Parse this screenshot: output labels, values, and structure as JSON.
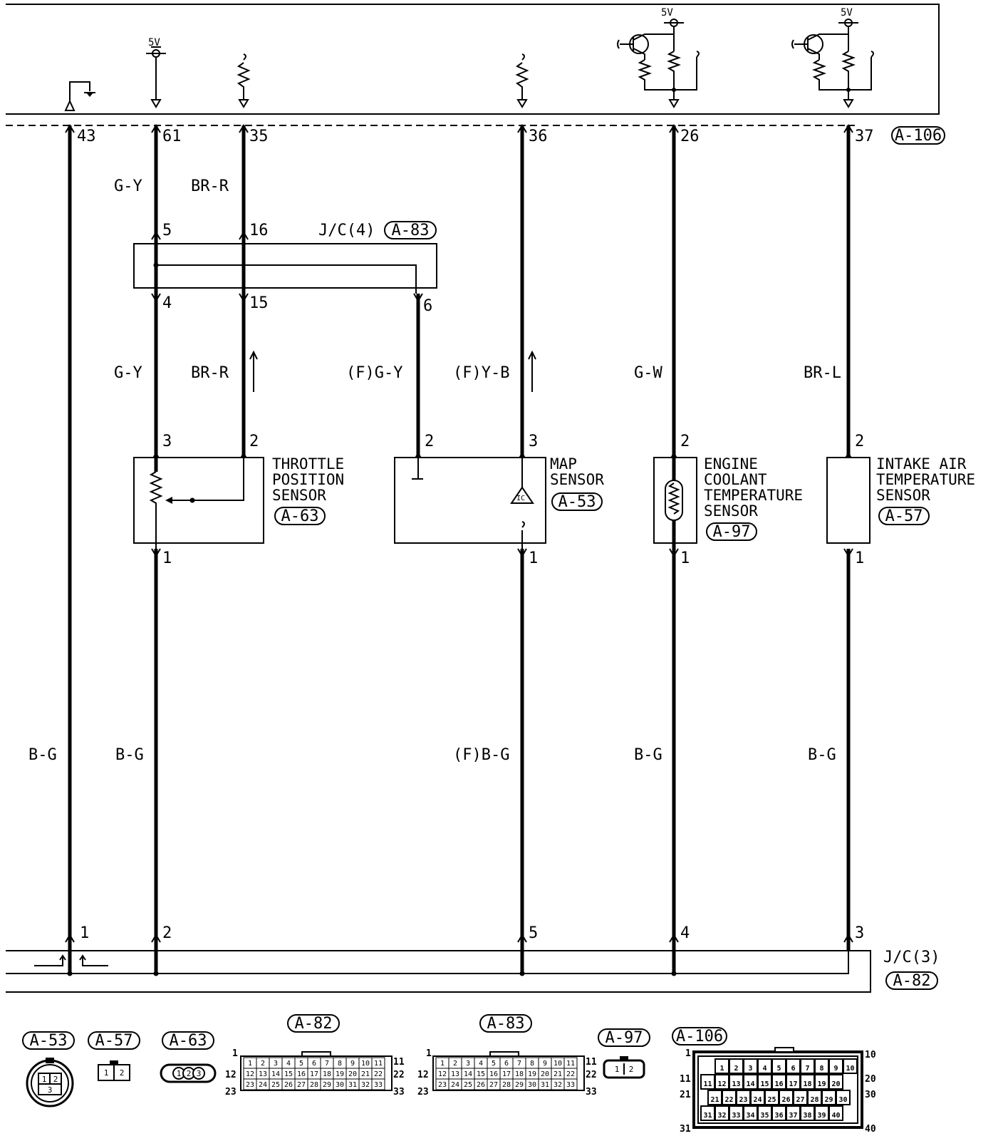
{
  "ecu_supply": "5V",
  "ecu_pins": {
    "p43": "43",
    "p61": "61",
    "p35": "35",
    "p36": "36",
    "p26": "26",
    "p37": "37",
    "connector": "A-106"
  },
  "wire_colors": {
    "gy_upper": "G-Y",
    "brr_upper": "BR-R",
    "gy_lower": "G-Y",
    "brr_lower": "BR-R",
    "f_gy": "(F)G-Y",
    "f_yb": "(F)Y-B",
    "gw": "G-W",
    "brl": "BR-L",
    "bg_43": "B-G",
    "bg_61": "B-G",
    "f_bg_36": "(F)B-G",
    "bg_26": "B-G",
    "bg_37": "B-G"
  },
  "jc4": {
    "label": "J/C(4)",
    "connector": "A-83",
    "pins": {
      "p5": "5",
      "p16": "16",
      "p4": "4",
      "p15": "15",
      "p6": "6"
    }
  },
  "jc3": {
    "label": "J/C(3)",
    "connector": "A-82",
    "pins": {
      "p1": "1",
      "p2": "2",
      "p5": "5",
      "p4": "4",
      "p3": "3"
    }
  },
  "sensors": {
    "tps": {
      "line1": "THROTTLE",
      "line2": "POSITION",
      "line3": "SENSOR",
      "connector": "A-63",
      "pins": {
        "top_left": "3",
        "top_right": "2",
        "bottom": "1"
      }
    },
    "map": {
      "line1": "MAP",
      "line2": "SENSOR",
      "connector": "A-53",
      "ic": "IC",
      "pins": {
        "top_left": "2",
        "top_right": "3",
        "bottom": "1"
      }
    },
    "ect": {
      "line1": "ENGINE",
      "line2": "COOLANT",
      "line3": "TEMPERATURE",
      "line4": "SENSOR",
      "connector": "A-97",
      "pins": {
        "top": "2",
        "bottom": "1"
      }
    },
    "iat": {
      "line1": "INTAKE AIR",
      "line2": "TEMPERATURE",
      "line3": "SENSOR",
      "connector": "A-57",
      "pins": {
        "top": "2",
        "bottom": "1"
      }
    }
  },
  "connector_views": {
    "a53": {
      "label": "A-53",
      "pins": [
        "1",
        "2",
        "3"
      ]
    },
    "a57": {
      "label": "A-57",
      "pins": [
        "1",
        "2"
      ]
    },
    "a63": {
      "label": "A-63",
      "pins": [
        "1",
        "2",
        "3"
      ]
    },
    "a82": {
      "label": "A-82",
      "edges": [
        "1",
        "11",
        "12",
        "22",
        "23",
        "33"
      ]
    },
    "a83": {
      "label": "A-83",
      "edges": [
        "1",
        "11",
        "12",
        "22",
        "23",
        "33"
      ]
    },
    "a97": {
      "label": "A-97",
      "pins": [
        "1",
        "2"
      ]
    },
    "a106": {
      "label": "A-106",
      "edges": [
        "1",
        "10",
        "11",
        "20",
        "21",
        "30",
        "31",
        "40"
      ]
    }
  }
}
